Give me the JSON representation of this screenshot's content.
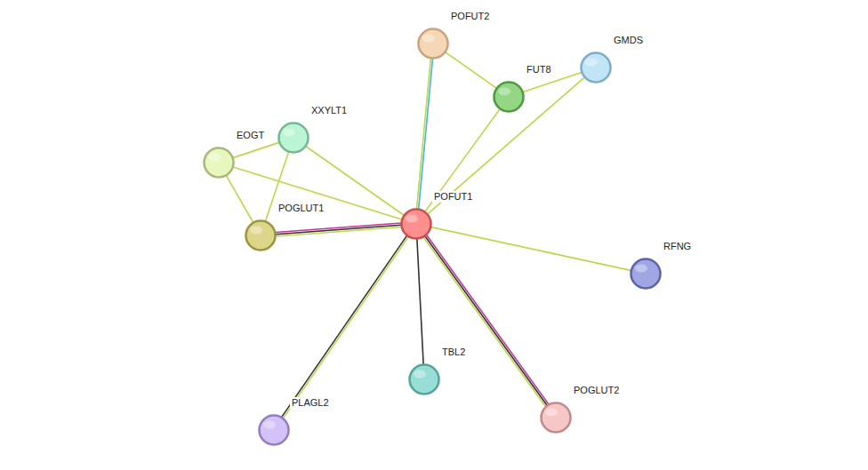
{
  "diagram": {
    "nodes": [
      {
        "text": [
          "POFUT2"
        ]
      },
      {
        "text": [
          "GMDS"
        ]
      },
      {
        "text": [
          "FUT8"
        ]
      },
      {
        "text": [
          "XXYLT1"
        ]
      },
      {
        "text": [
          "EOGT"
        ]
      },
      {
        "text": [
          "POFUT1"
        ]
      },
      {
        "text": [
          "POGLUT1"
        ]
      },
      {
        "text": [
          "RFNG"
        ]
      },
      {
        "text": [
          "TBL2"
        ]
      },
      {
        "text": [
          "PLAGL2"
        ]
      },
      {
        "text": [
          "POGLUT2"
        ]
      }
    ],
    "edges": [
      {
        "from": 0,
        "to": 2,
        "arrow": "none"
      },
      {
        "from": 2,
        "to": 1,
        "arrow": "none"
      },
      {
        "from": 0,
        "to": 5,
        "arrow": "none"
      },
      {
        "from": 2,
        "to": 5,
        "arrow": "none"
      },
      {
        "from": 1,
        "to": 5,
        "arrow": "none"
      },
      {
        "from": 3,
        "to": 4,
        "arrow": "none"
      },
      {
        "from": 3,
        "to": 6,
        "arrow": "none"
      },
      {
        "from": 3,
        "to": 5,
        "arrow": "none"
      },
      {
        "from": 4,
        "to": 6,
        "arrow": "none"
      },
      {
        "from": 4,
        "to": 5,
        "arrow": "none"
      },
      {
        "from": 6,
        "to": 5,
        "arrow": "none"
      },
      {
        "from": 5,
        "to": 7,
        "arrow": "none"
      },
      {
        "from": 5,
        "to": 8,
        "arrow": "none"
      },
      {
        "from": 5,
        "to": 9,
        "arrow": "none"
      },
      {
        "from": 5,
        "to": 10,
        "arrow": "none"
      }
    ]
  }
}
